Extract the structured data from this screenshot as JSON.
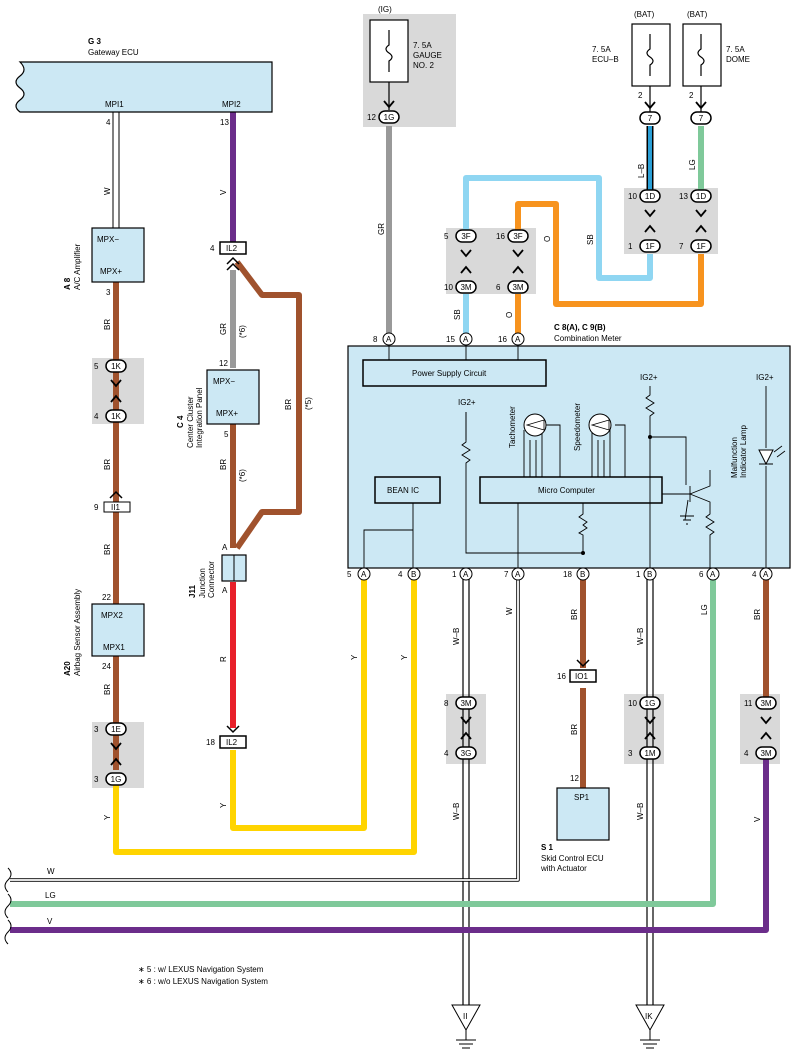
{
  "colors": {
    "W": "#ffffff",
    "V": "#6b2d8a",
    "BR": "#a0522d",
    "GR": "#999999",
    "R": "#e8202a",
    "Y": "#ffd400",
    "SB": "#8fd6f2",
    "O": "#f7931e",
    "LB": "#2a9fd6",
    "LG": "#7fc99a",
    "box_fill": "#cce8f4",
    "shade": "#d9d9d9"
  },
  "gateway": {
    "code": "G 3",
    "name": "Gateway ECU",
    "pin_mpi1": "MPI1",
    "pin_mpi2": "MPI2",
    "n4": "4",
    "n13": "13"
  },
  "ac_amp": {
    "code": "A 8",
    "name": "A/C Amplifier",
    "mpx_minus": "MPX−",
    "mpx_plus": "MPX+",
    "pin3": "3"
  },
  "center_cluster": {
    "code": "C 4",
    "name1": "Center Cluster",
    "name2": "Integration Panel",
    "mpx_minus": "MPX−",
    "mpx_plus": "MPX+",
    "pin12": "12",
    "pin5": "5"
  },
  "junction": {
    "code": "J11",
    "name1": "Junction",
    "name2": "Connector",
    "a1": "A",
    "a2": "A"
  },
  "airbag": {
    "code": "A20",
    "name": "Airbag Sensor Assembly",
    "mpx2": "MPX2",
    "mpx1": "MPX1",
    "pin22": "22",
    "pin24": "24"
  },
  "fuse_gauge": {
    "source": "(IG)",
    "rating": "7. 5A",
    "name1": "GAUGE",
    "name2": "NO. 2",
    "pin": "12",
    "conn": "1G"
  },
  "fuse_ecub": {
    "source": "(BAT)",
    "rating": "7. 5A",
    "name": "ECU–B",
    "pin": "2",
    "conn": "7"
  },
  "fuse_dome": {
    "source": "(BAT)",
    "rating": "7. 5A",
    "name": "DOME",
    "pin": "2",
    "conn": "7"
  },
  "meter": {
    "code": "C 8(A), C 9(B)",
    "name": "Combination Meter",
    "power_supply": "Power Supply Circuit",
    "bean_ic": "BEAN IC",
    "micro": "Micro Computer",
    "ig2_a": "IG2+",
    "ig2_b": "IG2+",
    "ig2_c": "IG2+",
    "tach": "Tachometer",
    "speedo": "Speedometer",
    "mil1": "Malfunction",
    "mil2": "Indicator Lamp",
    "top_pins": [
      {
        "num": "8",
        "letter": "A"
      },
      {
        "num": "15",
        "letter": "A"
      },
      {
        "num": "16",
        "letter": "A"
      }
    ],
    "bottom_pins": [
      {
        "num": "5",
        "letter": "A"
      },
      {
        "num": "4",
        "letter": "B"
      },
      {
        "num": "1",
        "letter": "A"
      },
      {
        "num": "7",
        "letter": "A"
      },
      {
        "num": "18",
        "letter": "B"
      },
      {
        "num": "1",
        "letter": "B"
      },
      {
        "num": "6",
        "letter": "A"
      },
      {
        "num": "4",
        "letter": "A"
      }
    ]
  },
  "skid": {
    "code": "S 1",
    "name1": "Skid Control ECU",
    "name2": "with Actuator",
    "pin_label": "SP1",
    "pin12": "12"
  },
  "connectors": {
    "c1k_a": {
      "pin": "5",
      "id": "1K"
    },
    "c1k_b": {
      "pin": "4",
      "id": "1K"
    },
    "ii1": {
      "pin": "9",
      "id": "II1"
    },
    "il2_top": {
      "pin": "4",
      "id": "IL2"
    },
    "il2_bot": {
      "pin": "18",
      "id": "IL2"
    },
    "c1e": {
      "pin": "3",
      "id": "1E"
    },
    "c1g_low": {
      "pin": "3",
      "id": "1G"
    },
    "c3f_a": {
      "pin": "5",
      "id": "3F"
    },
    "c3m_a": {
      "pin": "10",
      "id": "3M"
    },
    "c3f_b": {
      "pin": "16",
      "id": "3F"
    },
    "c3m_b": {
      "pin": "6",
      "id": "3M"
    },
    "c1d_a": {
      "pin": "10",
      "id": "1D"
    },
    "c1f_a": {
      "pin": "1",
      "id": "1F"
    },
    "c1d_b": {
      "pin": "13",
      "id": "1D"
    },
    "c1f_b": {
      "pin": "7",
      "id": "1F"
    },
    "c3m_c": {
      "pin": "8",
      "id": "3M"
    },
    "c3g": {
      "pin": "4",
      "id": "3G"
    },
    "io1": {
      "pin": "16",
      "id": "IO1"
    },
    "c1g_r": {
      "pin": "10",
      "id": "1G"
    },
    "c1m": {
      "pin": "3",
      "id": "1M"
    },
    "c3m_d": {
      "pin": "11",
      "id": "3M"
    },
    "c3m_e": {
      "pin": "4",
      "id": "3M"
    }
  },
  "wire_labels": {
    "w1": "W",
    "v1": "V",
    "br1": "BR",
    "br2": "BR",
    "br3": "BR",
    "br4": "BR",
    "gr1": "GR",
    "gr2": "GR",
    "br_cc": "BR",
    "br_cc2": "BR",
    "r1": "R",
    "y1": "Y",
    "y2": "Y",
    "y_m1": "Y",
    "y_m2": "Y",
    "lb": "L–B",
    "lg1": "LG",
    "sb1": "SB",
    "sb2": "SB",
    "o1": "O",
    "o2": "O",
    "wb1": "W–B",
    "wb2": "W–B",
    "w_m": "W",
    "br_m": "BR",
    "br_io": "BR",
    "wb3": "W–B",
    "wb4": "W–B",
    "lg_m": "LG",
    "br_m2": "BR",
    "v_m": "V",
    "bus_w": "W",
    "bus_lg": "LG",
    "bus_v": "V"
  },
  "notes": {
    "n5": "(*5)",
    "n6a": "(*6)",
    "n6b": "(*6)"
  },
  "grounds": {
    "g1": "II",
    "g2": "IK"
  },
  "footnotes": [
    "∗ 5 : w/ LEXUS Navigation System",
    "∗ 6 : w/o LEXUS Navigation System"
  ]
}
